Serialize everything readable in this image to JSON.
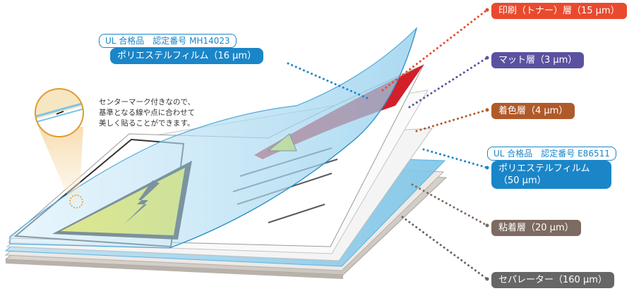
{
  "layers": {
    "print": "印刷（トナー）層（15 μm）",
    "matte": "マット層（3 μm）",
    "color": "着色層（4 μm）",
    "film50_ul": "UL 合格品　認定番号 E86511",
    "film50_line1": "ポリエステルフィルム",
    "film50_line2": "（50 μm）",
    "adhesive": "粘着層（20 μm）",
    "separator": "セパレーター（160 μm）"
  },
  "top_film": {
    "ul": "UL 合格品　認定番号 MH14023",
    "label": "ポリエステルフィルム（16 μm）"
  },
  "note": {
    "line1": "センターマーク付きなので、",
    "line2": "基準となる線や点に合わせて",
    "line3": "美しく貼ることができます。"
  },
  "colors": {
    "print": "#e94a2e",
    "matte": "#5a52a0",
    "color": "#b05a2a",
    "film": "#1a86c8",
    "adhesive": "#7d6a60",
    "separator": "#666666",
    "warning_yellow": "#f2e400"
  }
}
